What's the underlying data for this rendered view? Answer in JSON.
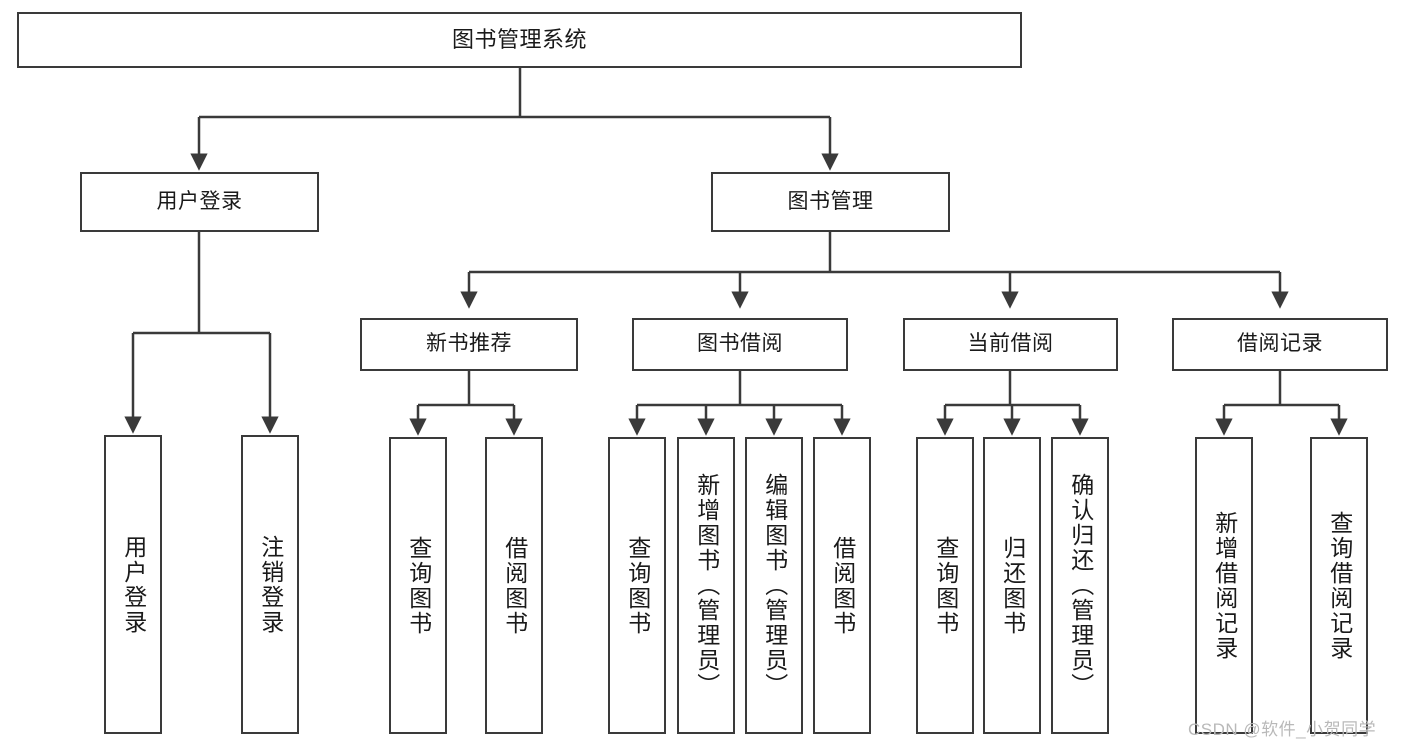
{
  "diagram": {
    "type": "hierarchy-tree",
    "title": "图书管理系统",
    "root": {
      "label": "图书管理系统"
    },
    "level1": [
      {
        "label": "用户登录"
      },
      {
        "label": "图书管理"
      }
    ],
    "level2": [
      {
        "label": "新书推荐"
      },
      {
        "label": "图书借阅"
      },
      {
        "label": "当前借阅"
      },
      {
        "label": "借阅记录"
      }
    ],
    "leaves": {
      "user_login": [
        {
          "label": "用户登录"
        },
        {
          "label": "注销登录"
        }
      ],
      "new_book_recommend": [
        {
          "label": "查询图书"
        },
        {
          "label": "借阅图书"
        }
      ],
      "book_borrow": [
        {
          "label": "查询图书"
        },
        {
          "label": "新增图书（管理员）"
        },
        {
          "label": "编辑图书（管理员）"
        },
        {
          "label": "借阅图书"
        }
      ],
      "current_borrow": [
        {
          "label": "查询图书"
        },
        {
          "label": "归还图书"
        },
        {
          "label": "确认归还（管理员）"
        }
      ],
      "borrow_record": [
        {
          "label": "新增借阅记录"
        },
        {
          "label": "查询借阅记录"
        }
      ]
    }
  },
  "watermark": {
    "text": "CSDN @软件_小贺同学"
  },
  "colors": {
    "stroke": "#3a3a3a",
    "background": "#ffffff",
    "text": "#1a1a1a",
    "watermark": "#b9b9b9"
  }
}
